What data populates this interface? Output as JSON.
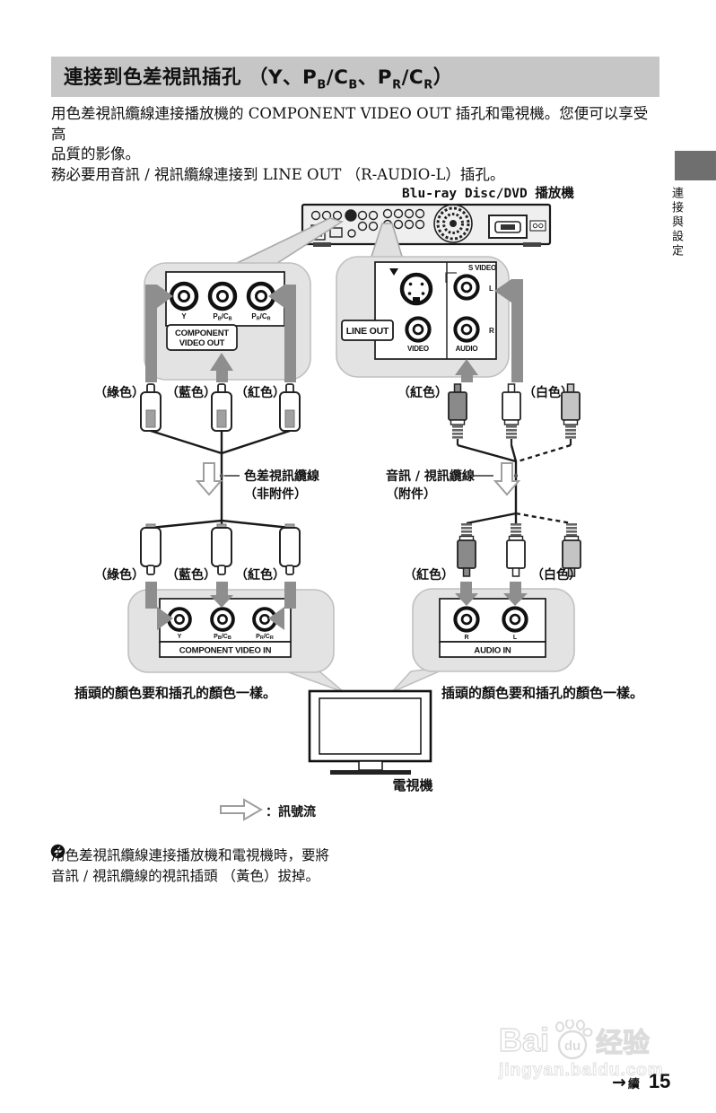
{
  "page": {
    "title": {
      "pre": "連接到色差視訊插孔 （Y、P",
      "b1": "B",
      "m1": "/C",
      "b2": "B",
      "m2": "、P",
      "r1": "R",
      "m3": "/C",
      "r2": "R",
      "suf": "）"
    },
    "intro": {
      "l1": "用色差視訊纜線連接播放機的 COMPONENT VIDEO OUT 插孔和電視機。您便可以享受高",
      "l2": "品質的影像。",
      "l3": "務必要用音訊 / 視訊纜線連接到 LINE OUT （R-AUDIO-L）插孔。"
    }
  },
  "sidebar": {
    "tab_label": "連接與設定"
  },
  "diagram": {
    "player_label": "Blu-ray Disc/DVD 播放機",
    "jacks": {
      "y": "Y",
      "pbcb": {
        "t1": "P",
        "s1": "B",
        "t2": "/C",
        "s2": "B"
      },
      "prcr": {
        "t1": "P",
        "s1": "R",
        "t2": "/C",
        "s2": "R"
      }
    },
    "component_out": {
      "label_line1": "COMPONENT",
      "label_line2": "VIDEO OUT"
    },
    "line_out": {
      "label": "LINE OUT",
      "s_video": "S VIDEO",
      "video": "VIDEO",
      "audio": "AUDIO",
      "l": "L",
      "r": "R"
    },
    "colors_top_left": [
      "（綠色）",
      "（藍色）",
      "（紅色）"
    ],
    "colors_top_right": [
      "（紅色）",
      "（白色）"
    ],
    "colors_bottom_left": [
      "（綠色）",
      "（藍色）",
      "（紅色）"
    ],
    "colors_bottom_right": [
      "（紅色）",
      "（白色）"
    ],
    "cable_left": {
      "l1": "色差視訊纜線",
      "l2": "（非附件）"
    },
    "cable_right": {
      "l1": "音訊 / 視訊纜線",
      "l2": "（附件）"
    },
    "component_in": {
      "label": "COMPONENT VIDEO IN"
    },
    "audio_in": {
      "label": "AUDIO IN",
      "r": "R",
      "l": "L"
    },
    "plug_note_left": "插頭的顏色要和插孔的顏色一樣。",
    "plug_note_right": "插頭的顏色要和插孔的顏色一樣。",
    "tv_label": "電視機",
    "signal_flow_label": "：訊號流"
  },
  "note": {
    "l1": "用色差視訊纜線連接播放機和電視機時，要將",
    "l2": "音訊 / 視訊纜線的視訊插頭 （黃色）拔掉。"
  },
  "watermark": {
    "part1": "Bai",
    "part2": "du",
    "part3": "经验",
    "url": "jingyan.baidu.com"
  },
  "footer": {
    "arrow": "→",
    "cont": "續",
    "page": "15"
  }
}
